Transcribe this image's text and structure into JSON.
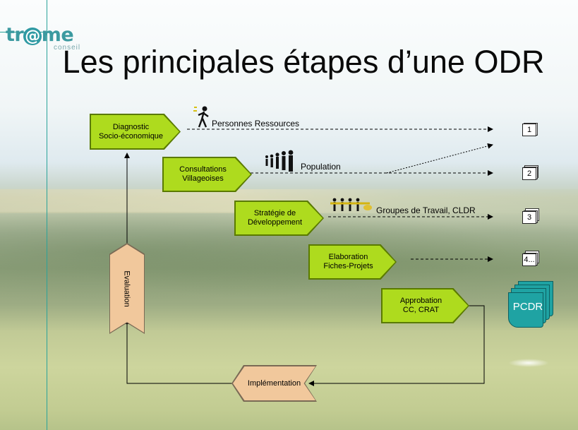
{
  "logo": {
    "text_pre": "tr",
    "text_at": "@",
    "text_post": "me",
    "sub": "conseil"
  },
  "title": "Les principales étapes d’une ODR",
  "steps": [
    {
      "line1": "Diagnostic",
      "line2": "Socio-économique"
    },
    {
      "line1": "Consultations",
      "line2": "Villageoises"
    },
    {
      "line1": "Stratégie de",
      "line2": "Développement"
    },
    {
      "line1": "Elaboration",
      "line2": "Fiches-Projets"
    },
    {
      "line1": "Approbation",
      "line2": "CC, CRAT"
    }
  ],
  "evaluation": "Evaluation",
  "implementation": "Implémentation",
  "resources": [
    "Personnes Ressources",
    "Population",
    "Groupes de Travail, CLDR"
  ],
  "documents": [
    "1",
    "2",
    "3",
    "4..."
  ],
  "final_document": "PCDR",
  "colors": {
    "step_fill": "#aedb1e",
    "feedback_fill": "#f1c89c",
    "accent_teal": "#2aa39a",
    "pcdr_fill": "#1fa3a3"
  },
  "icons": [
    "person-walking-icon",
    "people-group-icon",
    "working-group-icon",
    "document-stack-icon"
  ]
}
